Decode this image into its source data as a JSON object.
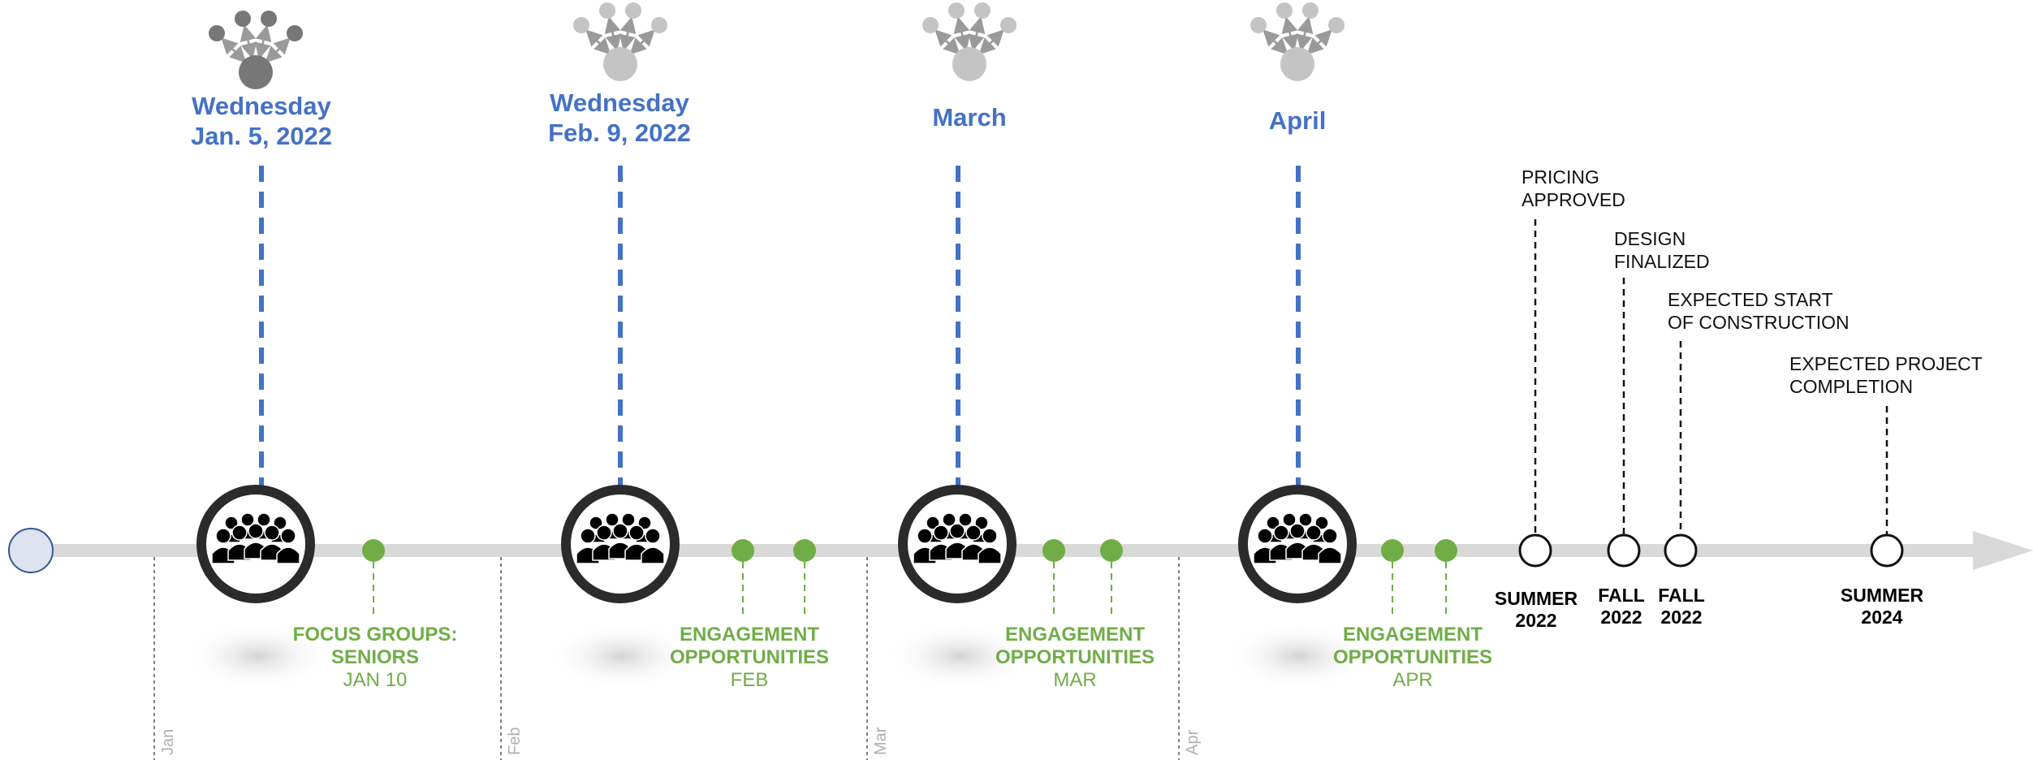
{
  "colors": {
    "axis": "#d9d9d9",
    "meeting_date": "#4472c4",
    "engagement": "#70ad47",
    "ring": "#2b2b2b",
    "month_text": "#b0b0b0",
    "start_dot": "#dde3ef"
  },
  "months": [
    "Jan",
    "Feb",
    "Mar",
    "Apr"
  ],
  "meetings": [
    {
      "line1": "Wednesday",
      "line2": "Jan. 5, 2022",
      "icon": "people-group-icon",
      "hub": "network-hub-icon"
    },
    {
      "line1": "Wednesday",
      "line2": "Feb. 9, 2022",
      "icon": "people-group-icon",
      "hub": "network-hub-icon"
    },
    {
      "line1": "March",
      "line2": "",
      "icon": "people-group-icon",
      "hub": "network-hub-icon"
    },
    {
      "line1": "April",
      "line2": "",
      "icon": "people-group-icon",
      "hub": "network-hub-icon"
    }
  ],
  "engagements": [
    {
      "title1": "FOCUS GROUPS:",
      "title2": "SENIORS",
      "sub": "JAN 10"
    },
    {
      "title1": "ENGAGEMENT",
      "title2": "OPPORTUNITIES",
      "sub": "FEB"
    },
    {
      "title1": "ENGAGEMENT",
      "title2": "OPPORTUNITIES",
      "sub": "MAR"
    },
    {
      "title1": "ENGAGEMENT",
      "title2": "OPPORTUNITIES",
      "sub": "APR"
    }
  ],
  "milestones": [
    {
      "label1": "PRICING",
      "label2": "APPROVED",
      "date1": "SUMMER",
      "date2": "2022"
    },
    {
      "label1": "DESIGN",
      "label2": "FINALIZED",
      "date1": "FALL",
      "date2": "2022"
    },
    {
      "label1": "EXPECTED START",
      "label2": "OF CONSTRUCTION",
      "date1": "FALL",
      "date2": "2022"
    },
    {
      "label1": "EXPECTED PROJECT",
      "label2": "COMPLETION",
      "date1": "SUMMER",
      "date2": "2024"
    }
  ]
}
